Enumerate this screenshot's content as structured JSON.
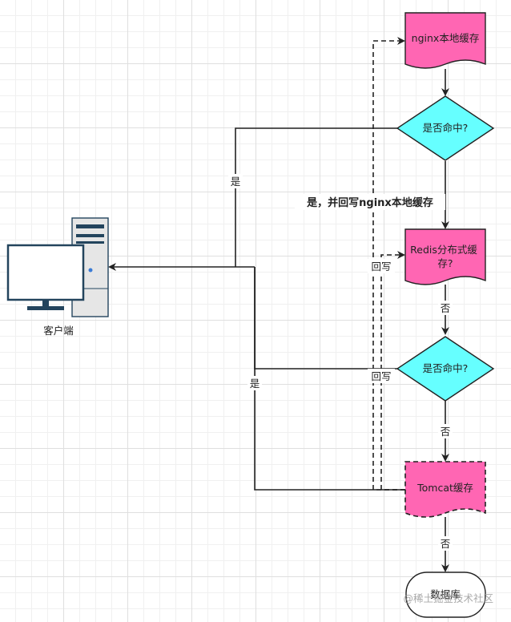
{
  "nodes": {
    "nginx_cache": "nginx本地缓存",
    "decision_1": "是否命中?",
    "redis_cache": [
      "Redis分布式缓",
      "存?"
    ],
    "decision_2": "是否命中?",
    "tomcat_cache": "Tomcat缓存",
    "database": "数据库",
    "client": "客户端"
  },
  "edge_labels": {
    "hit_1": "是",
    "hit_1_writeback": "是，并回写nginx本地缓存",
    "writeback_1": "回写",
    "writeback_2": "回写",
    "miss_1": "否",
    "hit_2": "是",
    "miss_2": "否",
    "miss_3": "否"
  },
  "watermark": "@稀土掘金技术社区",
  "colors": {
    "document_fill": "#ff66b3",
    "decision_fill": "#66ffff",
    "stroke": "#333333",
    "client_screen_fill": "#ffffff",
    "client_tower_fill": "#e6e6e6",
    "client_dark": "#23445d"
  }
}
